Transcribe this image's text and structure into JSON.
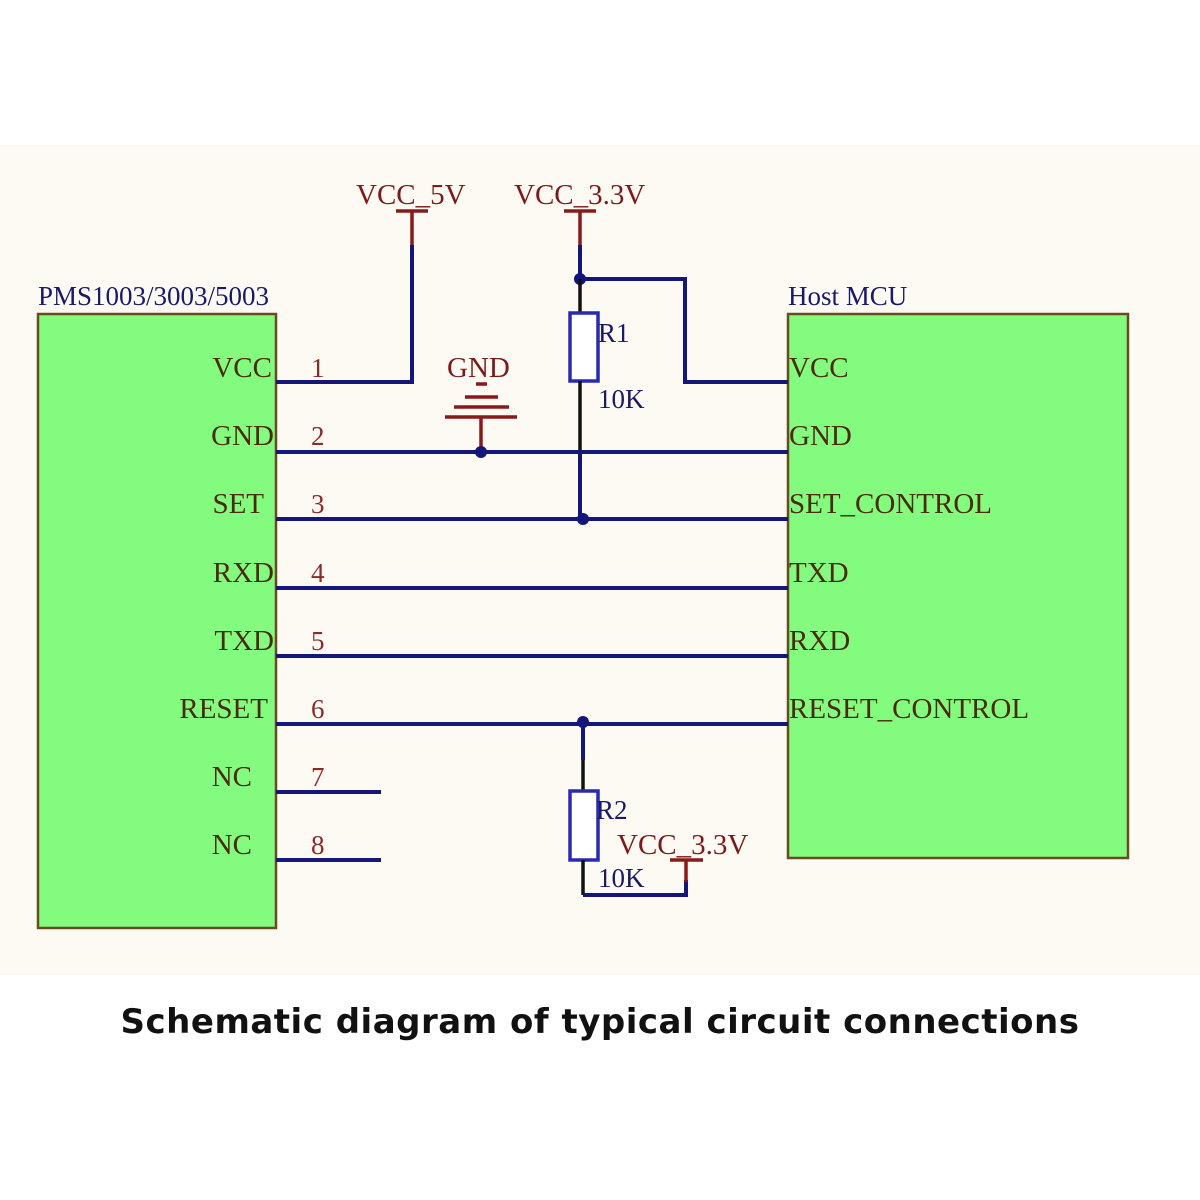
{
  "caption": "Schematic diagram of typical circuit connections",
  "colors": {
    "component_fill": "#82fb7e",
    "wire": "#14167a",
    "power_symbol": "#8a1a1a",
    "resistor": "#2a2ab0"
  },
  "sensor": {
    "title": "PMS1003/3003/5003",
    "pins": [
      {
        "number": "1",
        "name": "VCC"
      },
      {
        "number": "2",
        "name": "GND"
      },
      {
        "number": "3",
        "name": "SET"
      },
      {
        "number": "4",
        "name": "RXD"
      },
      {
        "number": "5",
        "name": "TXD"
      },
      {
        "number": "6",
        "name": "RESET"
      },
      {
        "number": "7",
        "name": "NC"
      },
      {
        "number": "8",
        "name": "NC"
      }
    ]
  },
  "host": {
    "title": "Host MCU",
    "pins": [
      "VCC",
      "GND",
      "SET_CONTROL",
      "TXD",
      "RXD",
      "RESET_CONTROL"
    ]
  },
  "power": {
    "vcc5": "VCC_5V",
    "vcc33_top": "VCC_3.3V",
    "vcc33_bottom": "VCC_3.3V",
    "gnd": "GND"
  },
  "resistors": [
    {
      "ref": "R1",
      "value": "10K"
    },
    {
      "ref": "R2",
      "value": "10K"
    }
  ],
  "connections": [
    {
      "from": "sensor.VCC",
      "to": "VCC_5V"
    },
    {
      "from": "sensor.GND",
      "to": "host.GND",
      "via": "GND"
    },
    {
      "from": "sensor.SET",
      "to": "host.SET_CONTROL",
      "pullup": "R1"
    },
    {
      "from": "sensor.RXD",
      "to": "host.TXD"
    },
    {
      "from": "sensor.TXD",
      "to": "host.RXD"
    },
    {
      "from": "sensor.RESET",
      "to": "host.RESET_CONTROL",
      "pullup": "R2"
    },
    {
      "from": "host.VCC",
      "to": "VCC_3.3V"
    }
  ]
}
